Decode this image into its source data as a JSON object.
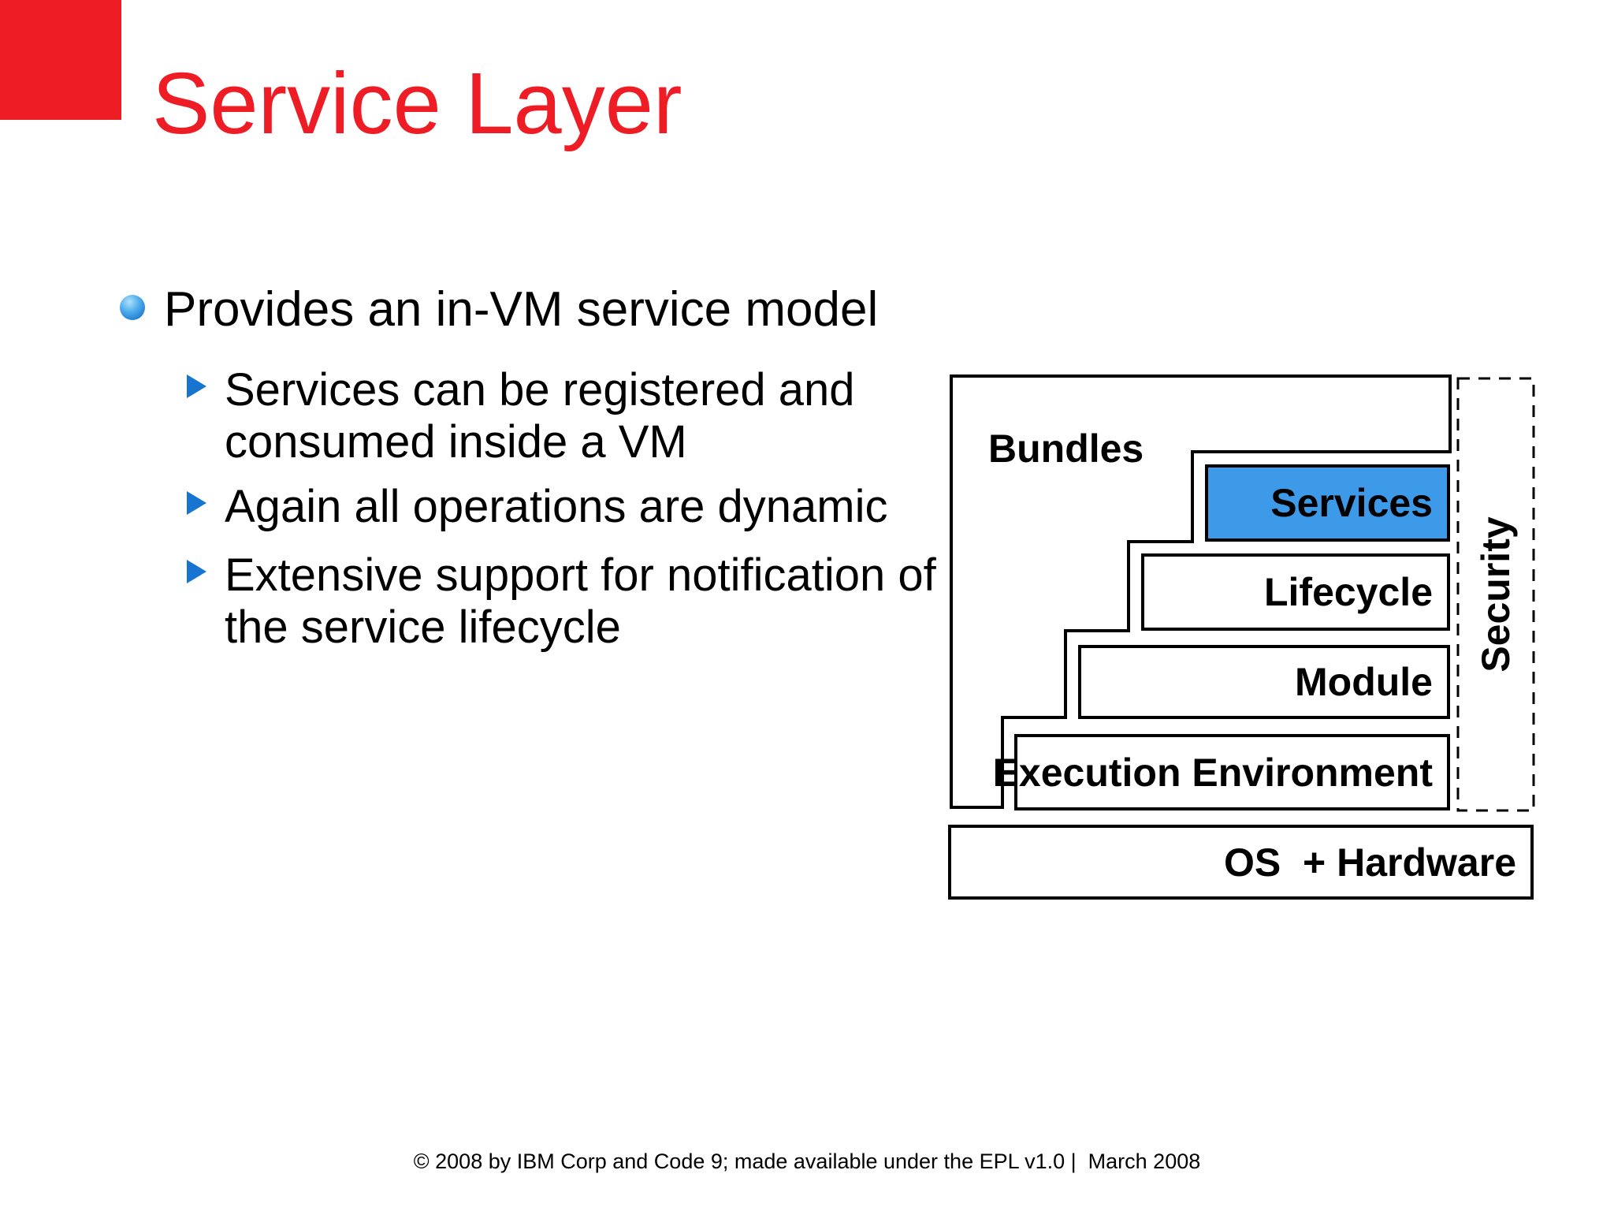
{
  "slide": {
    "title": "Service Layer",
    "footer": "© 2008 by IBM Corp and Code 9; made available under the EPL v1.0 |  March 2008"
  },
  "colors": {
    "accent_red": "#ee1c25",
    "services_blue": "#3d9ae8",
    "triangle_blue": "#1874d1"
  },
  "bullets": {
    "main": "Provides an in-VM service model",
    "subs": [
      {
        "lines": [
          "Services can be registered and",
          "consumed inside a VM"
        ]
      },
      {
        "lines": [
          "Again all operations are dynamic"
        ]
      },
      {
        "lines": [
          "Extensive support for notification of",
          "the service lifecycle"
        ]
      }
    ]
  },
  "diagram": {
    "bundles_label": "Bundles",
    "layers": [
      {
        "label": "Services"
      },
      {
        "label": "Lifecycle"
      },
      {
        "label": "Module"
      },
      {
        "label": "Execution Environment"
      }
    ],
    "security_label": "Security",
    "os_label": "OS  + Hardware"
  }
}
